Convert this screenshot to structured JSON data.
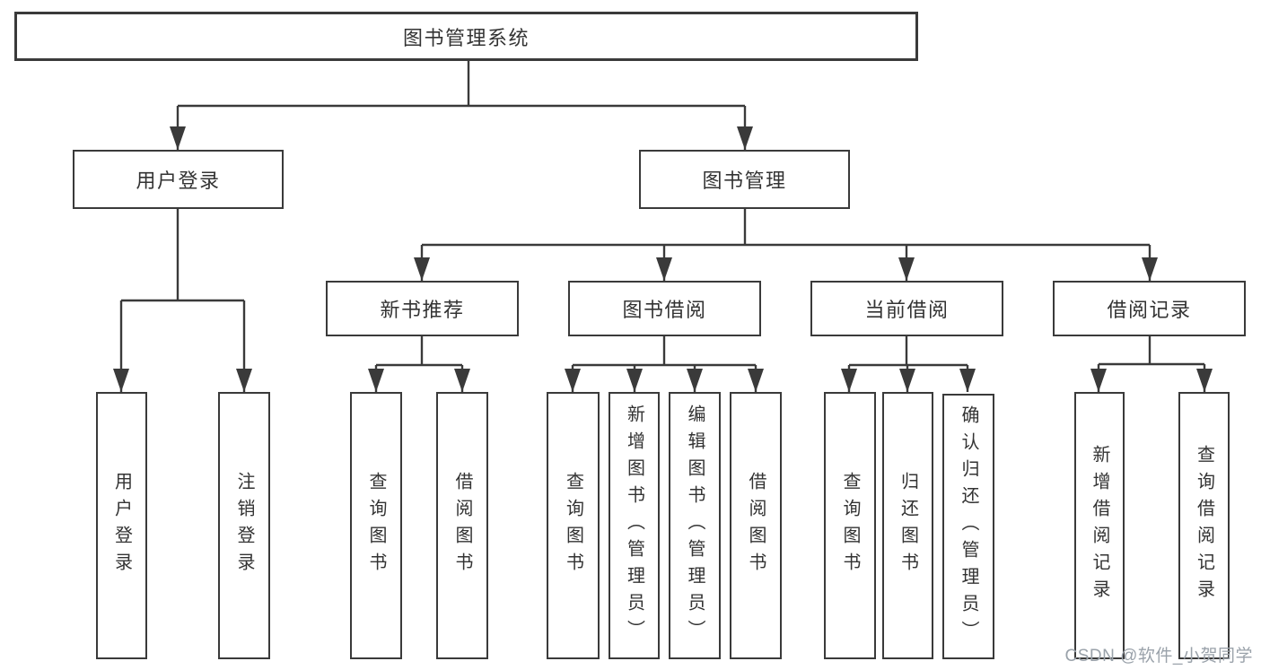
{
  "diagram": {
    "type": "hierarchy",
    "tree": {
      "label": "图书管理系统",
      "children": [
        {
          "label": "用户登录",
          "children": [
            {
              "label": "用户登录"
            },
            {
              "label": "注销登录"
            }
          ]
        },
        {
          "label": "图书管理",
          "children": [
            {
              "label": "新书推荐",
              "children": [
                {
                  "label": "查询图书"
                },
                {
                  "label": "借阅图书"
                }
              ]
            },
            {
              "label": "图书借阅",
              "children": [
                {
                  "label": "查询图书"
                },
                {
                  "label": "新增图书（管理员）"
                },
                {
                  "label": "编辑图书（管理员）"
                },
                {
                  "label": "借阅图书"
                }
              ]
            },
            {
              "label": "当前借阅",
              "children": [
                {
                  "label": "查询图书"
                },
                {
                  "label": "归还图书"
                },
                {
                  "label": "确认归还（管理员）"
                }
              ]
            },
            {
              "label": "借阅记录",
              "children": [
                {
                  "label": "新增借阅记录"
                },
                {
                  "label": "查询借阅记录"
                }
              ]
            }
          ]
        }
      ]
    },
    "colors": {
      "line": "#3a3a3a",
      "box_border": "#3a3a3a",
      "box_fill": "#ffffff",
      "text": "#333333",
      "background": "#ffffff",
      "watermark": "#9aa2aa"
    }
  },
  "watermark": {
    "text": "CSDN @软件_小贺同学"
  }
}
